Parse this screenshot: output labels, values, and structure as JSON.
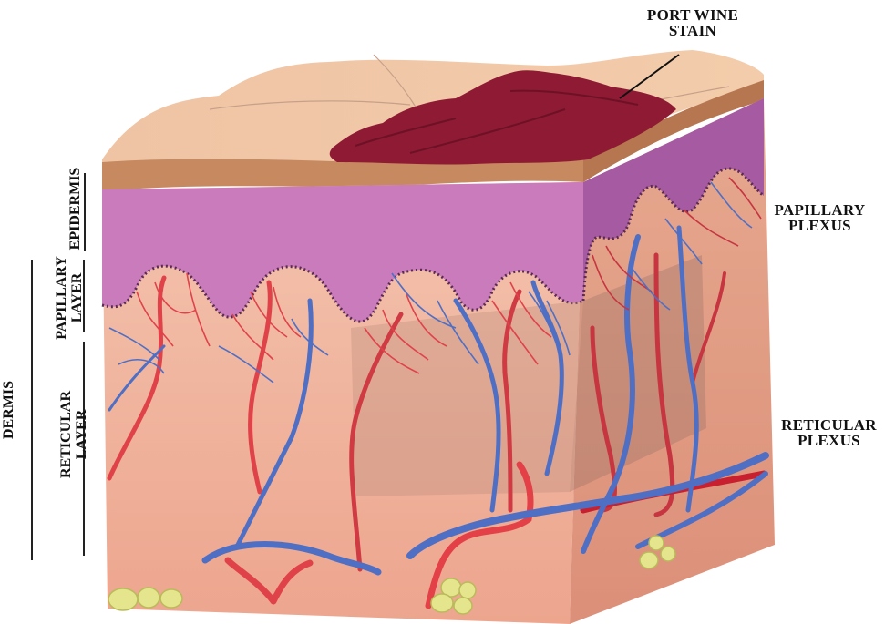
{
  "labels": {
    "port_wine_stain_line1": "PORT WINE",
    "port_wine_stain_line2": "STAIN",
    "papillary_plexus_line1": "PAPILLARY",
    "papillary_plexus_line2": "PLEXUS",
    "reticular_plexus_line1": "RETICULAR",
    "reticular_plexus_line2": "PLEXUS",
    "epidermis": "EPIDERMIS",
    "papillary_layer_line1": "PAPILLARY",
    "papillary_layer_line2": "LAYER",
    "reticular_layer_line1": "RETICULAR",
    "reticular_layer_line2": "LAYER",
    "dermis": "DERMIS"
  },
  "colors": {
    "skin_surface": "#f1c8a6",
    "epidermis_purple": "#c879b8",
    "dermis": "#f0b49c",
    "stain": "#8e1a34",
    "artery_red": "#e0424a",
    "vein_blue": "#4f6fc4",
    "fat": "#e4e58c",
    "label_text": "#111111"
  }
}
